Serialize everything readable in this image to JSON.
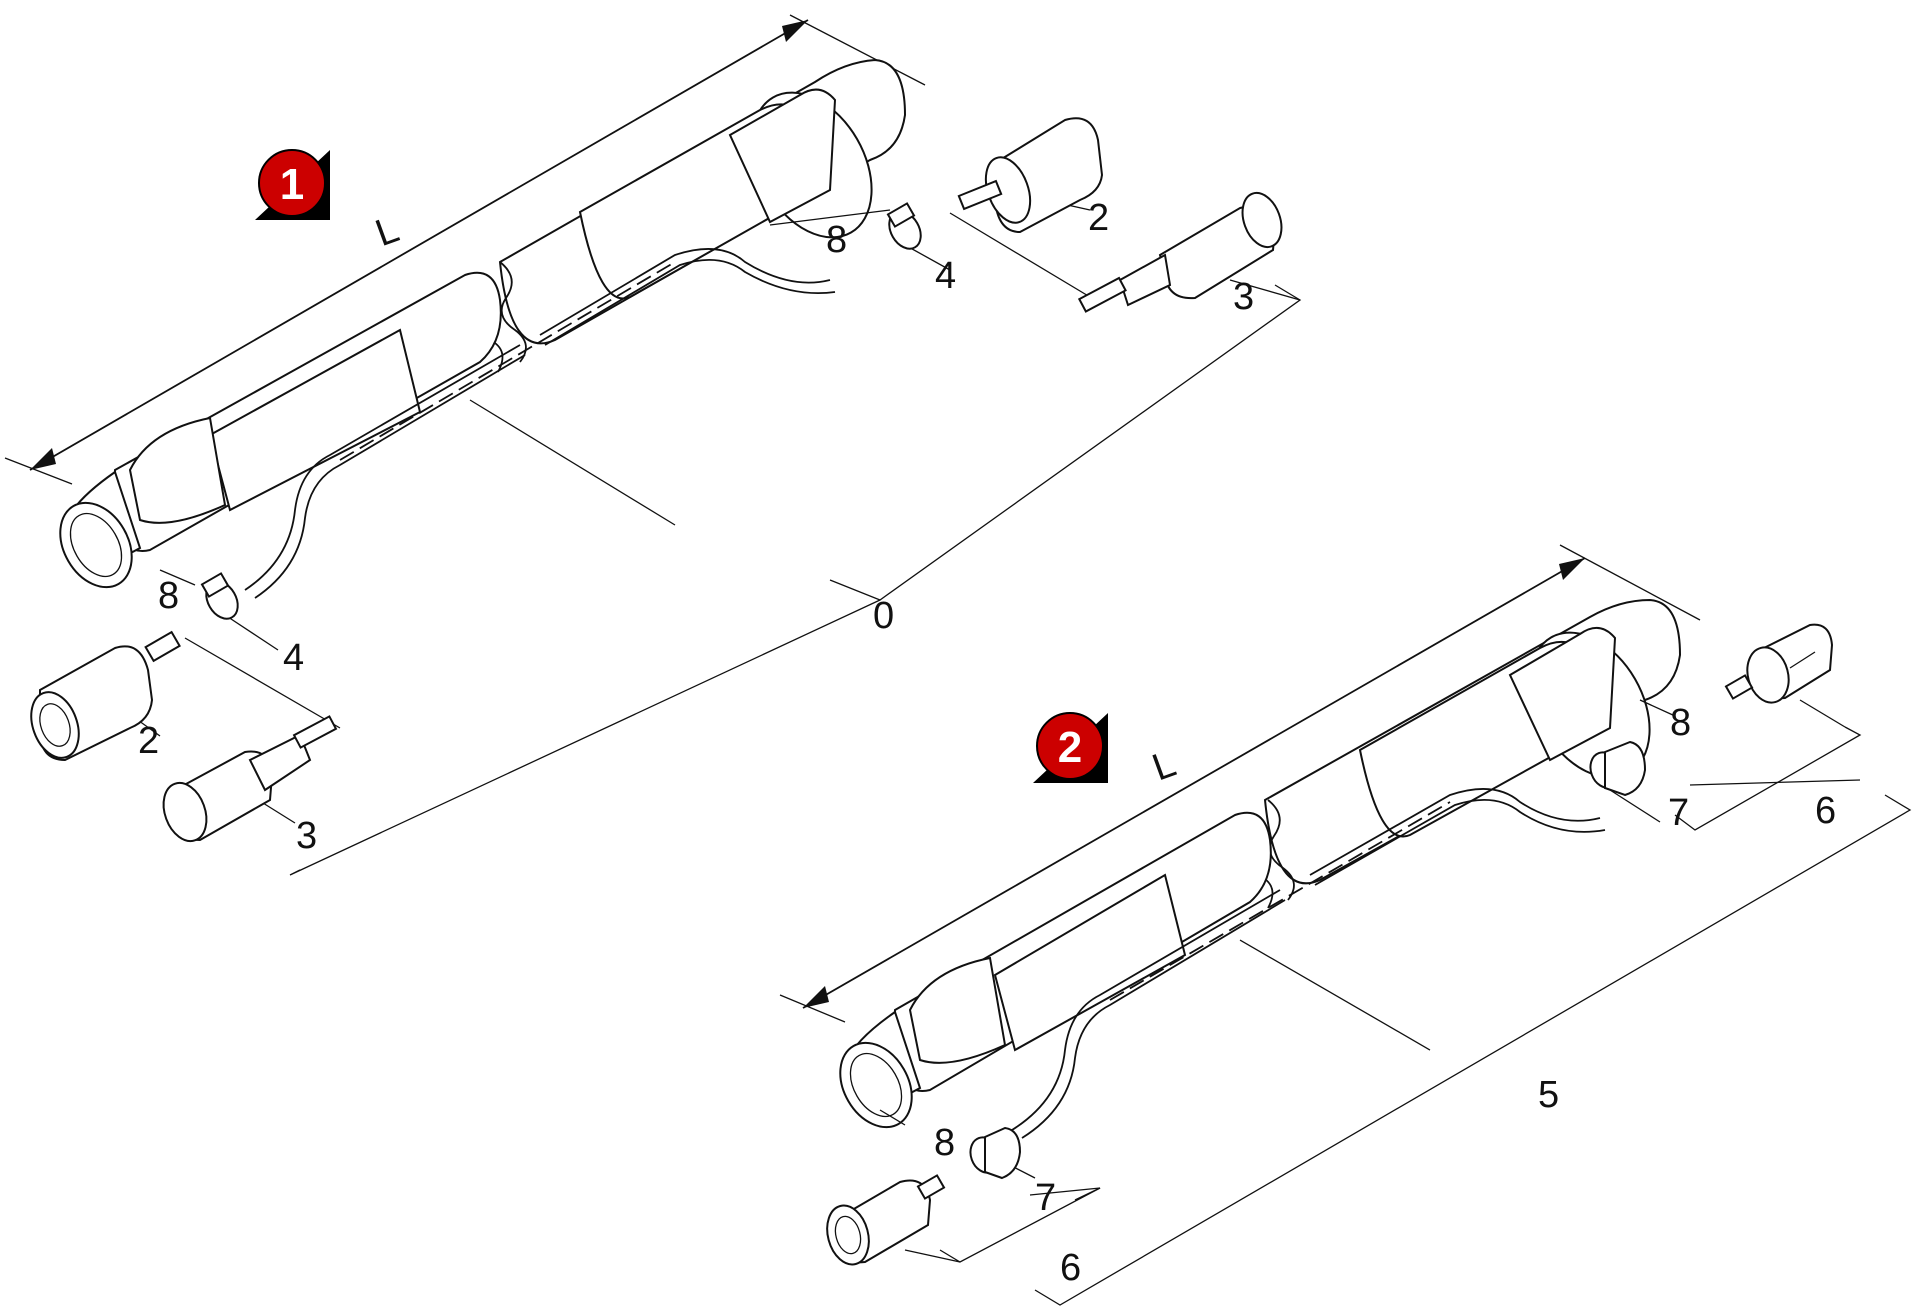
{
  "assemblies": [
    {
      "badge": "1",
      "dimension_mark": "L"
    },
    {
      "badge": "2",
      "dimension_mark": "L"
    }
  ],
  "callouts_1": {
    "c0": "0",
    "c2a": "2",
    "c2b": "2",
    "c3a": "3",
    "c3b": "3",
    "c4a": "4",
    "c4b": "4",
    "c8a": "8",
    "c8b": "8"
  },
  "callouts_2": {
    "c5": "5",
    "c6a": "6",
    "c6b": "6",
    "c7a": "7",
    "c7b": "7",
    "c8a": "8",
    "c8b": "8"
  },
  "colors": {
    "badge": "#cc0000",
    "badge_shadow": "#000000",
    "line": "#111111"
  },
  "icons": [
    "hose-assembly",
    "hose-clamp",
    "hose-coupling",
    "quick-connector",
    "union-nut",
    "plug-coupling"
  ]
}
